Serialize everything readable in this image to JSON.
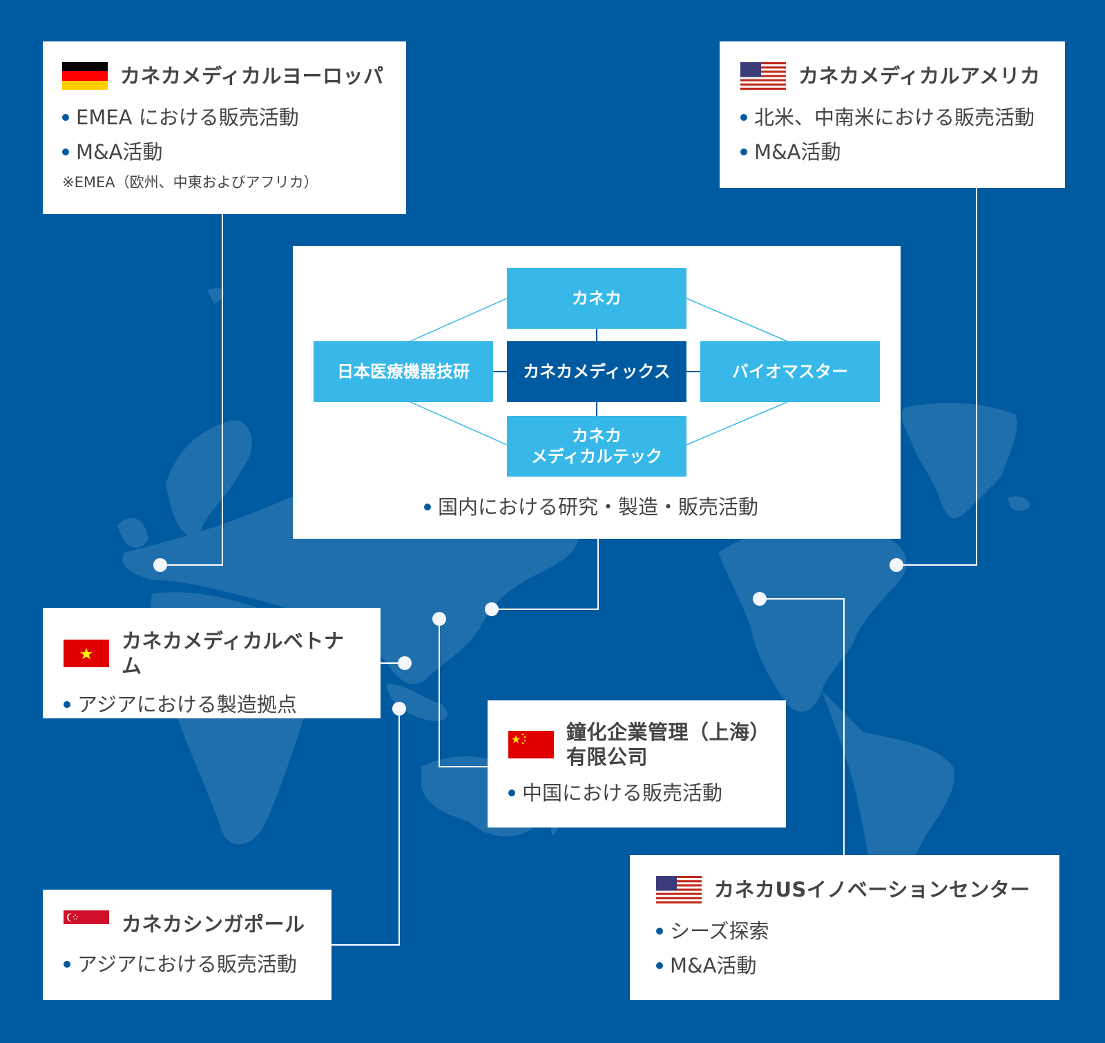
{
  "colors": {
    "background": "#005aa0",
    "land": "#1f6fad",
    "node_light": "#37b8e9",
    "node_dark": "#005aa0",
    "card": "#ffffff",
    "text": "#444444",
    "bullet": "#005aa0"
  },
  "center": {
    "nodes": {
      "top": "カネカ",
      "left": "日本医療機器技研",
      "middle": "カネカメディックス",
      "right": "バイオマスター",
      "bottom_line1": "カネカ",
      "bottom_line2": "メディカルテック"
    },
    "bullet": "国内における研究・製造・販売活動"
  },
  "cards": {
    "europe": {
      "flag": "germany-flag",
      "title": "カネカメディカルヨーロッパ",
      "bullets": [
        "EMEA における販売活動",
        "M&A活動"
      ],
      "note": "※EMEA（欧州、中東およびアフリカ）"
    },
    "america": {
      "flag": "usa-flag",
      "title": "カネカメディカルアメリカ",
      "bullets": [
        "北米、中南米における販売活動",
        "M&A活動"
      ]
    },
    "vietnam": {
      "flag": "vietnam-flag",
      "title": "カネカメディカルベトナム",
      "bullets": [
        "アジアにおける製造拠点"
      ]
    },
    "china": {
      "flag": "china-flag",
      "title_line1": "鐘化企業管理（上海）",
      "title_line2": "有限公司",
      "bullets": [
        "中国における販売活動"
      ]
    },
    "singapore": {
      "flag": "singapore-flag",
      "title": "カネカシンガポール",
      "bullets": [
        "アジアにおける販売活動"
      ]
    },
    "us_innovation": {
      "flag": "usa-flag",
      "title": "カネカUSイノベーションセンター",
      "bullets": [
        "シーズ探索",
        "M&A活動"
      ]
    }
  }
}
